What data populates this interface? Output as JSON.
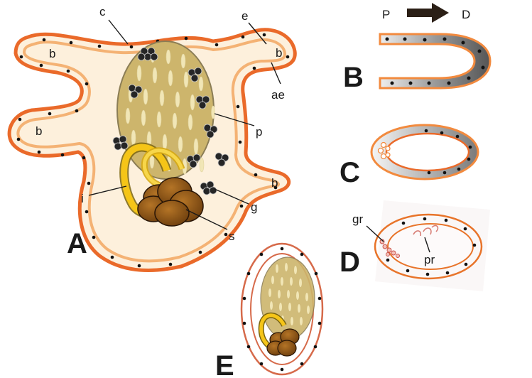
{
  "panels": {
    "A": "A",
    "B": "B",
    "C": "C",
    "D": "D",
    "E": "E"
  },
  "labels": {
    "c": "c",
    "e": "e",
    "b": "b",
    "ae": "ae",
    "p": "p",
    "i": "i",
    "g": "g",
    "s": "s",
    "gr": "gr",
    "pr": "pr"
  },
  "orientation": {
    "proximal": "P",
    "distal": "D"
  },
  "colors": {
    "outer_wall": "#ea6a2a",
    "inner_wall": "#f4b274",
    "cavity": "#fdf0dc",
    "body": "#cdb56c",
    "body_dark": "#a78f4a",
    "spicule": "#f1e6b6",
    "intestine": "#f5c518",
    "stomach": "#8c5414",
    "granule": "#262626",
    "dot": "#111111",
    "arrow": "#2b1f16"
  },
  "icons": {
    "orientation_arrow": "arrow-right-icon"
  }
}
